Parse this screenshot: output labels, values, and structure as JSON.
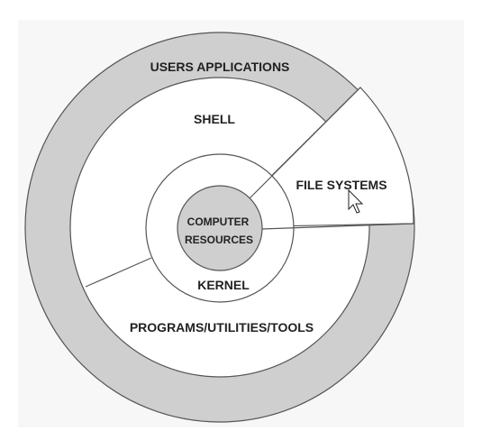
{
  "diagram": {
    "labels": {
      "users_applications": "USERS APPLICATIONS",
      "shell": "SHELL",
      "file_systems": "FILE SYSTEMS",
      "computer": "COMPUTER",
      "resources": "RESOURCES",
      "kernel": "KERNEL",
      "programs": "PROGRAMS/UTILITIES/TOOLS"
    },
    "colors": {
      "ring_fill": "#cfcfcf",
      "core_fill": "#cfcfcf",
      "background": "#ffffff",
      "stroke": "#555555"
    }
  }
}
